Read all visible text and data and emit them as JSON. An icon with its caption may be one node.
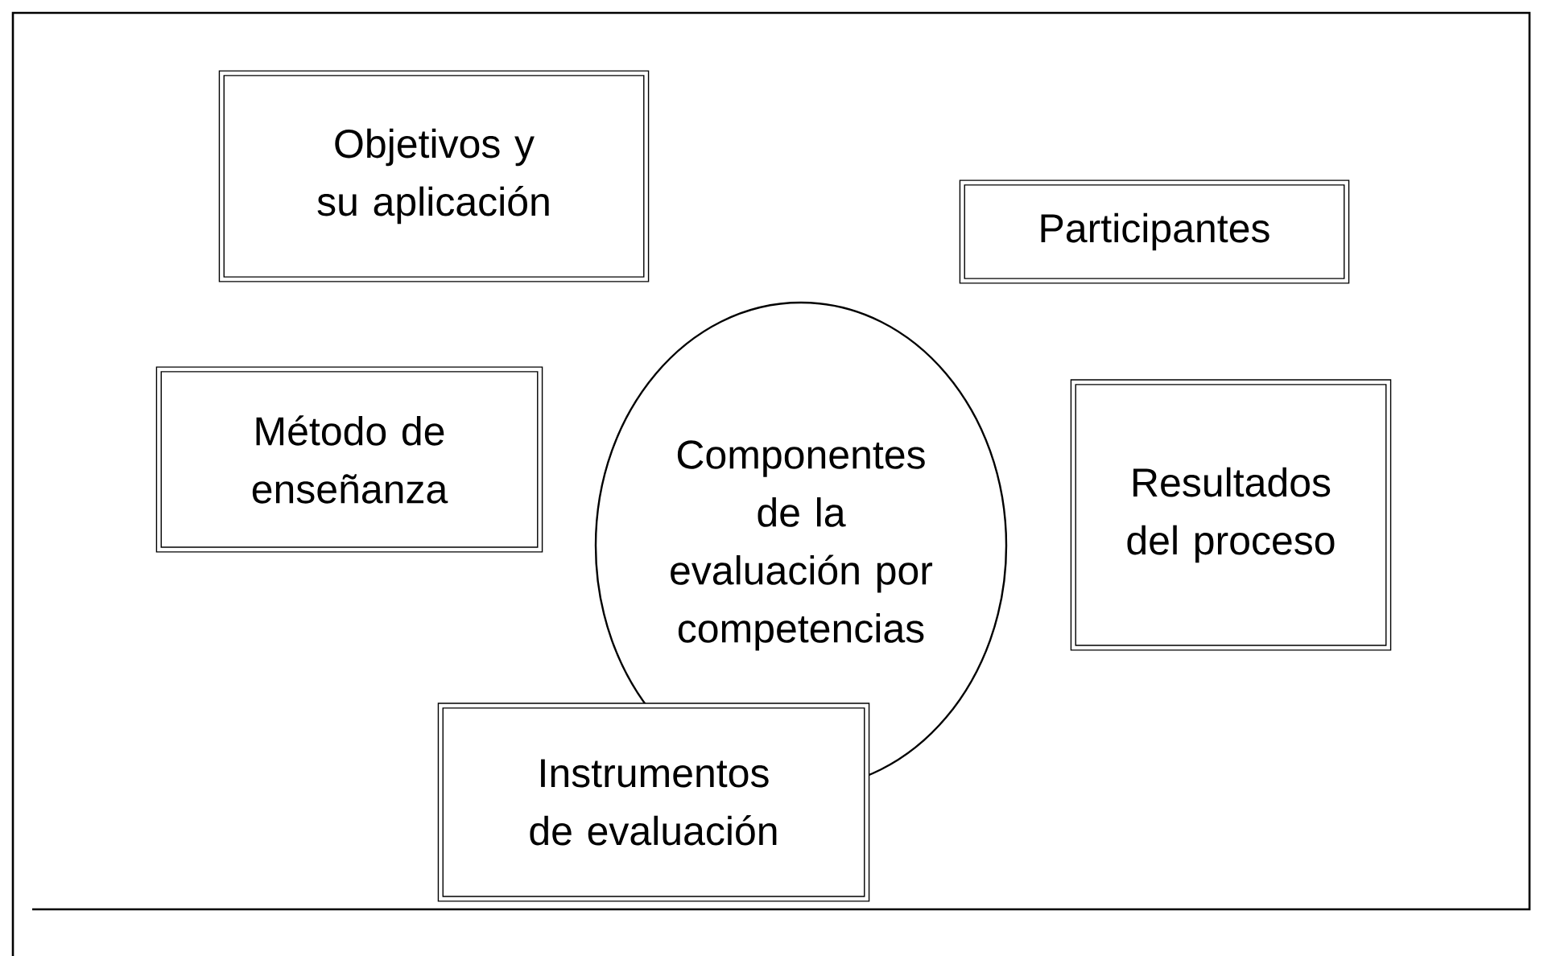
{
  "diagram": {
    "nodes": [
      {
        "text": [
          "Objetivos y su aplicación"
        ]
      },
      {
        "text": [
          "Participantes"
        ]
      },
      {
        "text": [
          "Método de enseñanza"
        ]
      },
      {
        "text": [
          "Componentes de la evaluación por competencias"
        ]
      },
      {
        "text": [
          "Resultados del proceso"
        ]
      },
      {
        "text": [
          "Instrumentos de evaluación"
        ]
      }
    ]
  }
}
